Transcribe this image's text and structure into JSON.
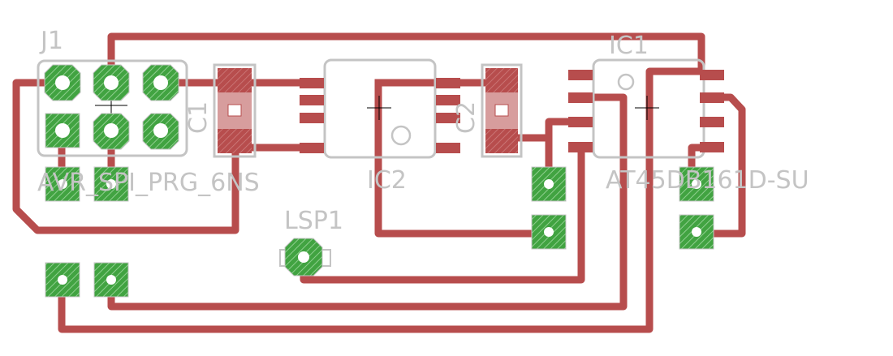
{
  "colors": {
    "background": "#ffffff",
    "trace": "#b74d4d",
    "pad": "#41a341",
    "pad_hatch": "#8fcf8f",
    "smd": "#b74d4d",
    "outline": "#c4c4c4",
    "drill": "#ffffff",
    "label": "#c4c4c4",
    "marker": "#000000"
  },
  "labels": {
    "j1": "J1",
    "j1_value": "AVR_SPI_PRG_6NS",
    "c1": "C1",
    "c2": "C2",
    "ic1": "IC1",
    "ic1_value": "AT45DB161D-SU",
    "ic2": "IC2",
    "lsp1": "LSP1"
  },
  "components": [
    {
      "id": "J1",
      "type": "2x3 pin header"
    },
    {
      "id": "C1",
      "type": "smd capacitor"
    },
    {
      "id": "C2",
      "type": "smd capacitor"
    },
    {
      "id": "IC1",
      "type": "SOIC-8"
    },
    {
      "id": "IC2",
      "type": "SOIC-8"
    },
    {
      "id": "LSP1",
      "type": "test point"
    }
  ]
}
